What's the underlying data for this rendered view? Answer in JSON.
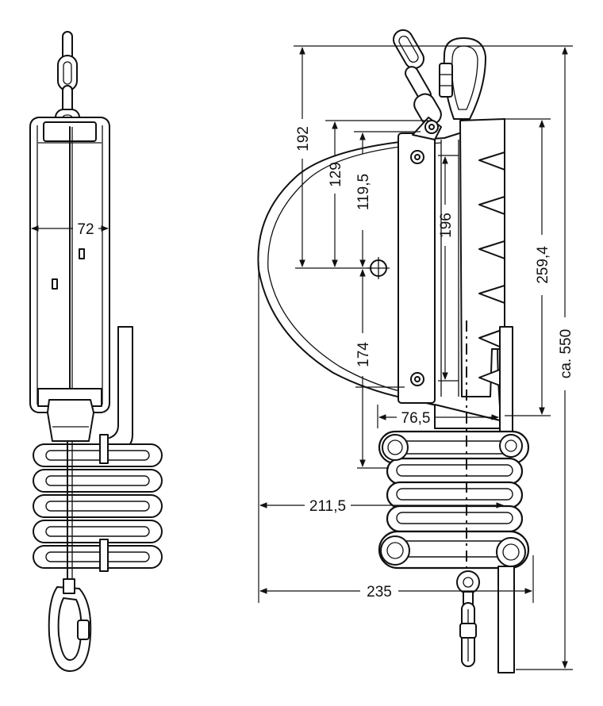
{
  "dimensions": {
    "width_72": "72",
    "height_192": "192",
    "height_129": "129",
    "height_119_5": "119,5",
    "height_196": "196",
    "height_174": "174",
    "height_259_4": "259,4",
    "total_550": "ca. 550",
    "width_76_5": "76,5",
    "width_211_5": "211,5",
    "width_235": "235"
  },
  "colors": {
    "line": "#111111",
    "background": "#ffffff"
  }
}
